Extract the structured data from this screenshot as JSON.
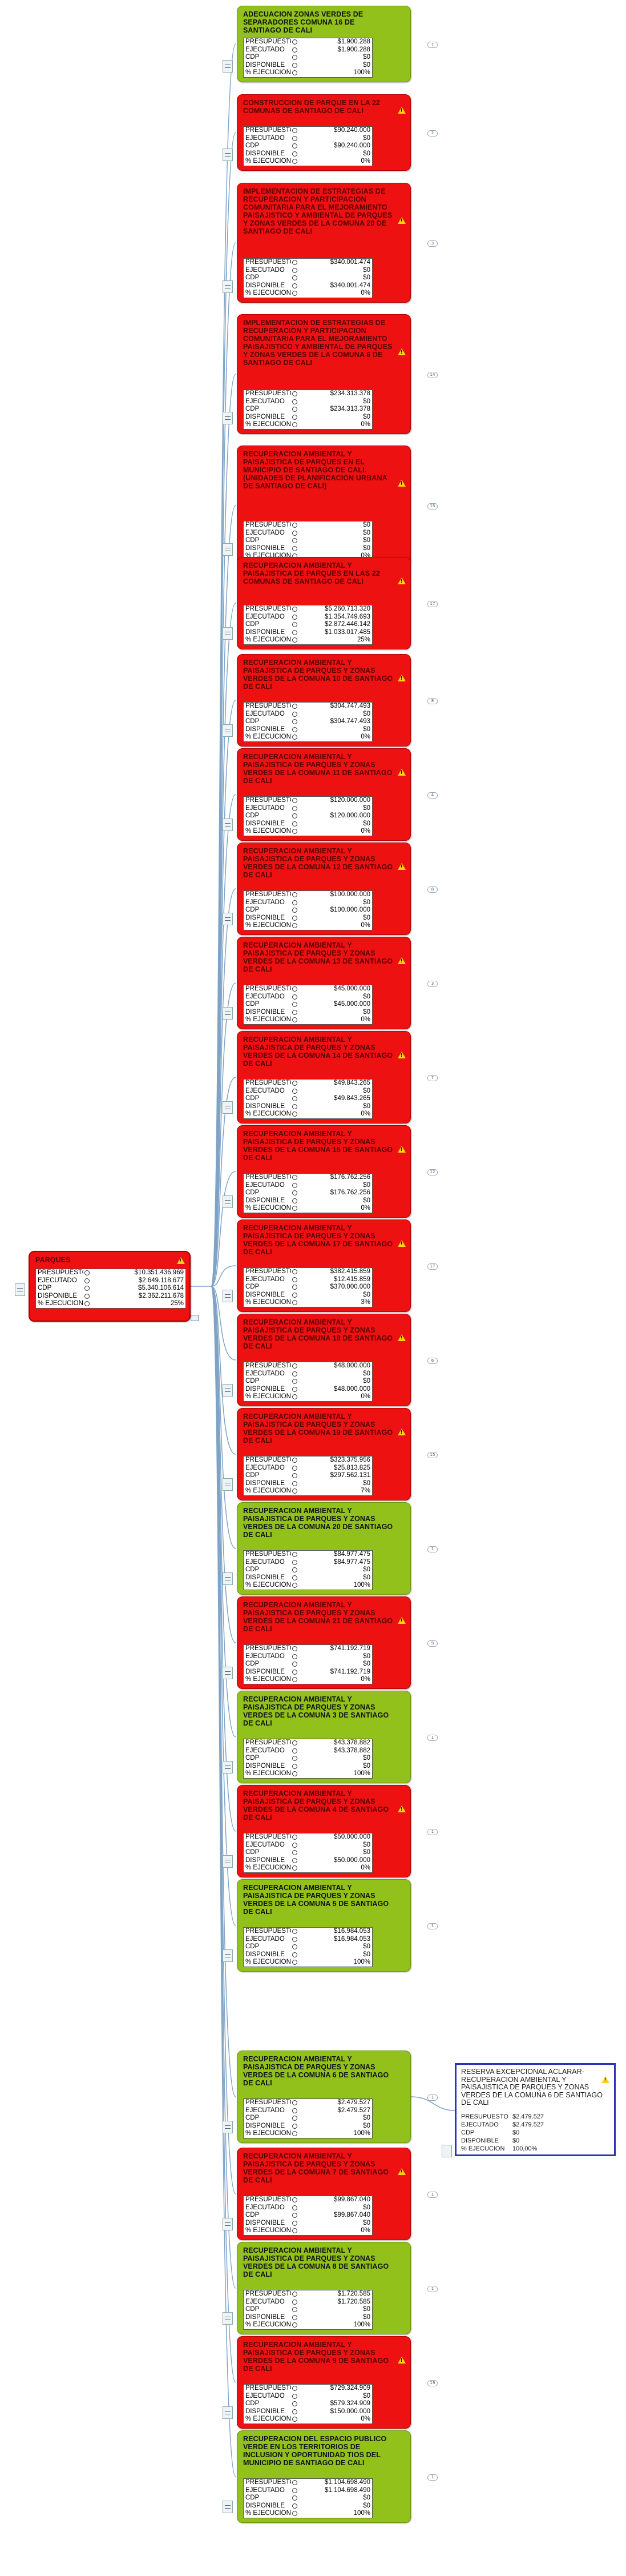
{
  "root": {
    "title": "PARQUES",
    "rows": [
      {
        "label": "PRESUPUESTO",
        "value": "$10.351.436.969"
      },
      {
        "label": "EJECUTADO",
        "value": "$2.649.118.677"
      },
      {
        "label": "CDP",
        "value": "$5.340.106.614"
      },
      {
        "label": "DISPONIBLE",
        "value": "$2.362.211.678"
      },
      {
        "label": "% EJECUCION",
        "value": "25%"
      }
    ]
  },
  "items": [
    {
      "title": "ADECUACION ZONAS VERDES DE SEPARADORES COMUNA 16 DE SANTIAGO DE CALI",
      "status": "green",
      "badge": "7",
      "rows": [
        {
          "label": "PRESUPUESTO",
          "value": "$1.900.288"
        },
        {
          "label": "EJECUTADO",
          "value": "$1.900.288"
        },
        {
          "label": "CDP",
          "value": "$0"
        },
        {
          "label": "DISPONIBLE",
          "value": "$0"
        },
        {
          "label": "% EJECUCION",
          "value": "100%"
        }
      ]
    },
    {
      "title": "CONSTRUCCION DE PARQUE EN LA 22 COMUNAS DE SANTIAGO DE CALI",
      "status": "red",
      "badge": "2",
      "rows": [
        {
          "label": "PRESUPUESTO",
          "value": "$90.240.000"
        },
        {
          "label": "EJECUTADO",
          "value": "$0"
        },
        {
          "label": "CDP",
          "value": "$90.240.000"
        },
        {
          "label": "DISPONIBLE",
          "value": "$0"
        },
        {
          "label": "% EJECUCION",
          "value": "0%"
        }
      ]
    },
    {
      "title": "IMPLEMENTACION DE ESTRATEGIAS DE RECUPERACION Y PARTICIPACION COMUNITARIA PARA EL MEJORAMIENTO PAISAJISTICO Y AMBIENTAL DE PARQUES Y ZONAS VERDES DE LA COMUNA 20 DE SANTIAGO DE CALI",
      "status": "red",
      "badge": "3",
      "rows": [
        {
          "label": "PRESUPUESTO",
          "value": "$340.001.474"
        },
        {
          "label": "EJECUTADO",
          "value": "$0"
        },
        {
          "label": "CDP",
          "value": "$0"
        },
        {
          "label": "DISPONIBLE",
          "value": "$340.001.474"
        },
        {
          "label": "% EJECUCION",
          "value": "0%"
        }
      ]
    },
    {
      "title": "IMPLEMENTACION DE ESTRATEGIAS DE RECUPERACION Y PARTICIPACION COMUNITARIA PARA EL MEJORAMIENTO PAISAJISTICO Y AMBIENTAL DE PARQUES Y ZONAS VERDES DE LA COMUNA 6 DE SANTIAGO DE CALI",
      "status": "red",
      "badge": "14",
      "rows": [
        {
          "label": "PRESUPUESTO",
          "value": "$234.313.378"
        },
        {
          "label": "EJECUTADO",
          "value": "$0"
        },
        {
          "label": "CDP",
          "value": "$234.313.378"
        },
        {
          "label": "DISPONIBLE",
          "value": "$0"
        },
        {
          "label": "% EJECUCION",
          "value": "0%"
        }
      ]
    },
    {
      "title": "RECUPERACION AMBIENTAL Y PAISAJISTICA DE PARQUES EN EL MUNICIPIO DE SANTIAGO DE CALI. (UNIDADES DE PLANIFICACION URBANA DE SANTIAGO DE CALI)",
      "status": "red",
      "badge": "15",
      "rows": [
        {
          "label": "PRESUPUESTO",
          "value": "$0"
        },
        {
          "label": "EJECUTADO",
          "value": "$0"
        },
        {
          "label": "CDP",
          "value": "$0"
        },
        {
          "label": "DISPONIBLE",
          "value": "$0"
        },
        {
          "label": "% EJECUCION",
          "value": "0%"
        }
      ]
    },
    {
      "title": "RECUPERACION AMBIENTAL Y PAISAJISTICA DE PARQUES EN LAS 22 COMUNAS DE SANTIAGO DE CALI",
      "status": "red",
      "badge": "17",
      "rows": [
        {
          "label": "PRESUPUESTO",
          "value": "$5.260.713.320"
        },
        {
          "label": "EJECUTADO",
          "value": "$1.354.749.693"
        },
        {
          "label": "CDP",
          "value": "$2.872.446.142"
        },
        {
          "label": "DISPONIBLE",
          "value": "$1.033.017.485"
        },
        {
          "label": "% EJECUCION",
          "value": "25%"
        }
      ]
    },
    {
      "title": "RECUPERACION AMBIENTAL Y PAISAJISTICA DE PARQUES Y ZONAS VERDES DE LA COMUNA 10 DE SANTIAGO DE CALI",
      "status": "red",
      "badge": "8",
      "rows": [
        {
          "label": "PRESUPUESTO",
          "value": "$304.747.493"
        },
        {
          "label": "EJECUTADO",
          "value": "$0"
        },
        {
          "label": "CDP",
          "value": "$304.747.493"
        },
        {
          "label": "DISPONIBLE",
          "value": "$0"
        },
        {
          "label": "% EJECUCION",
          "value": "0%"
        }
      ]
    },
    {
      "title": "RECUPERACION AMBIENTAL Y PAISAJISTICA DE PARQUES Y ZONAS VERDES DE LA COMUNA 11 DE SANTIAGO DE CALI",
      "status": "red",
      "badge": "4",
      "rows": [
        {
          "label": "PRESUPUESTO",
          "value": "$120.000.000"
        },
        {
          "label": "EJECUTADO",
          "value": "$0"
        },
        {
          "label": "CDP",
          "value": "$120.000.000"
        },
        {
          "label": "DISPONIBLE",
          "value": "$0"
        },
        {
          "label": "% EJECUCION",
          "value": "0%"
        }
      ]
    },
    {
      "title": "RECUPERACION AMBIENTAL Y PAISAJISTICA DE PARQUES Y ZONAS VERDES DE LA COMUNA 12 DE SANTIAGO DE CALI",
      "status": "red",
      "badge": "8",
      "rows": [
        {
          "label": "PRESUPUESTO",
          "value": "$100.000.000"
        },
        {
          "label": "EJECUTADO",
          "value": "$0"
        },
        {
          "label": "CDP",
          "value": "$100.000.000"
        },
        {
          "label": "DISPONIBLE",
          "value": "$0"
        },
        {
          "label": "% EJECUCION",
          "value": "0%"
        }
      ]
    },
    {
      "title": "RECUPERACION AMBIENTAL Y PAISAJISTICA DE PARQUES Y ZONAS VERDES DE LA COMUNA 13 DE SANTIAGO DE CALI",
      "status": "red",
      "badge": "3",
      "rows": [
        {
          "label": "PRESUPUESTO",
          "value": "$45.000.000"
        },
        {
          "label": "EJECUTADO",
          "value": "$0"
        },
        {
          "label": "CDP",
          "value": "$45.000.000"
        },
        {
          "label": "DISPONIBLE",
          "value": "$0"
        },
        {
          "label": "% EJECUCION",
          "value": "0%"
        }
      ]
    },
    {
      "title": "RECUPERACION AMBIENTAL Y PAISAJISTICA DE PARQUES Y ZONAS VERDES DE LA COMUNA 14 DE SANTIAGO DE CALI",
      "status": "red",
      "badge": "7",
      "rows": [
        {
          "label": "PRESUPUESTO",
          "value": "$49.843.265"
        },
        {
          "label": "EJECUTADO",
          "value": "$0"
        },
        {
          "label": "CDP",
          "value": "$49.843.265"
        },
        {
          "label": "DISPONIBLE",
          "value": "$0"
        },
        {
          "label": "% EJECUCION",
          "value": "0%"
        }
      ]
    },
    {
      "title": "RECUPERACION AMBIENTAL Y PAISAJISTICA DE PARQUES Y ZONAS VERDES DE LA COMUNA 15 DE SANTIAGO DE CALI",
      "status": "red",
      "badge": "12",
      "rows": [
        {
          "label": "PRESUPUESTO",
          "value": "$176.762.256"
        },
        {
          "label": "EJECUTADO",
          "value": "$0"
        },
        {
          "label": "CDP",
          "value": "$176.762.256"
        },
        {
          "label": "DISPONIBLE",
          "value": "$0"
        },
        {
          "label": "% EJECUCION",
          "value": "0%"
        }
      ]
    },
    {
      "title": "RECUPERACION AMBIENTAL Y PAISAJISTICA DE PARQUES Y ZONAS VERDES DE LA COMUNA 17 DE SANTIAGO DE CALI",
      "status": "red",
      "badge": "17",
      "rows": [
        {
          "label": "PRESUPUESTO",
          "value": "$382.415.859"
        },
        {
          "label": "EJECUTADO",
          "value": "$12.415.859"
        },
        {
          "label": "CDP",
          "value": "$370.000.000"
        },
        {
          "label": "DISPONIBLE",
          "value": "$0"
        },
        {
          "label": "% EJECUCION",
          "value": "3%"
        }
      ]
    },
    {
      "title": "RECUPERACION AMBIENTAL Y PAISAJISTICA DE PARQUES Y ZONAS VERDES DE LA COMUNA 18 DE SANTIAGO DE CALI",
      "status": "red",
      "badge": "6",
      "rows": [
        {
          "label": "PRESUPUESTO",
          "value": "$48.000.000"
        },
        {
          "label": "EJECUTADO",
          "value": "$0"
        },
        {
          "label": "CDP",
          "value": "$0"
        },
        {
          "label": "DISPONIBLE",
          "value": "$48.000.000"
        },
        {
          "label": "% EJECUCION",
          "value": "0%"
        }
      ]
    },
    {
      "title": "RECUPERACION AMBIENTAL Y PAISAJISTICA DE PARQUES Y ZONAS VERDES DE LA COMUNA 19 DE SANTIAGO DE CALI",
      "status": "red",
      "badge": "15",
      "rows": [
        {
          "label": "PRESUPUESTO",
          "value": "$323.375.956"
        },
        {
          "label": "EJECUTADO",
          "value": "$25.813.825"
        },
        {
          "label": "CDP",
          "value": "$297.562.131"
        },
        {
          "label": "DISPONIBLE",
          "value": "$0"
        },
        {
          "label": "% EJECUCION",
          "value": "7%"
        }
      ]
    },
    {
      "title": "RECUPERACION AMBIENTAL Y PAISAJISTICA DE PARQUES Y ZONAS VERDES DE LA COMUNA 20 DE SANTIAGO DE CALI",
      "status": "green",
      "badge": "1",
      "rows": [
        {
          "label": "PRESUPUESTO",
          "value": "$84.977.475"
        },
        {
          "label": "EJECUTADO",
          "value": "$84.977.475"
        },
        {
          "label": "CDP",
          "value": "$0"
        },
        {
          "label": "DISPONIBLE",
          "value": "$0"
        },
        {
          "label": "% EJECUCION",
          "value": "100%"
        }
      ]
    },
    {
      "title": "RECUPERACION AMBIENTAL Y PAISAJISTICA DE PARQUES Y ZONAS VERDES DE LA COMUNA 21 DE SANTIAGO DE CALI",
      "status": "red",
      "badge": "9",
      "rows": [
        {
          "label": "PRESUPUESTO",
          "value": "$741.192.719"
        },
        {
          "label": "EJECUTADO",
          "value": "$0"
        },
        {
          "label": "CDP",
          "value": "$0"
        },
        {
          "label": "DISPONIBLE",
          "value": "$741.192.719"
        },
        {
          "label": "% EJECUCION",
          "value": "0%"
        }
      ]
    },
    {
      "title": "RECUPERACION AMBIENTAL Y PAISAJISTICA DE PARQUES Y ZONAS VERDES DE LA COMUNA 3 DE SANTIAGO DE CALI",
      "status": "green",
      "badge": "1",
      "rows": [
        {
          "label": "PRESUPUESTO",
          "value": "$43.378.882"
        },
        {
          "label": "EJECUTADO",
          "value": "$43.378.882"
        },
        {
          "label": "CDP",
          "value": "$0"
        },
        {
          "label": "DISPONIBLE",
          "value": "$0"
        },
        {
          "label": "% EJECUCION",
          "value": "100%"
        }
      ]
    },
    {
      "title": "RECUPERACION AMBIENTAL Y PAISAJISTICA DE PARQUES Y ZONAS VERDES DE LA COMUNA 4 DE SANTIAGO DE CALI",
      "status": "red",
      "badge": "1",
      "rows": [
        {
          "label": "PRESUPUESTO",
          "value": "$50.000.000"
        },
        {
          "label": "EJECUTADO",
          "value": "$0"
        },
        {
          "label": "CDP",
          "value": "$0"
        },
        {
          "label": "DISPONIBLE",
          "value": "$50.000.000"
        },
        {
          "label": "% EJECUCION",
          "value": "0%"
        }
      ]
    },
    {
      "title": "RECUPERACION AMBIENTAL Y PAISAJISTICA DE PARQUES Y ZONAS VERDES DE LA COMUNA 5 DE SANTIAGO DE CALI",
      "status": "green",
      "badge": "1",
      "rows": [
        {
          "label": "PRESUPUESTO",
          "value": "$16.984.053"
        },
        {
          "label": "EJECUTADO",
          "value": "$16.984.053"
        },
        {
          "label": "CDP",
          "value": "$0"
        },
        {
          "label": "DISPONIBLE",
          "value": "$0"
        },
        {
          "label": "% EJECUCION",
          "value": "100%"
        }
      ]
    },
    {
      "title": "RECUPERACION AMBIENTAL Y PAISAJISTICA DE PARQUES Y ZONAS VERDES DE LA COMUNA 6 DE SANTIAGO DE CALI",
      "status": "green",
      "badge": "1",
      "rows": [
        {
          "label": "PRESUPUESTO",
          "value": "$2.479.527"
        },
        {
          "label": "EJECUTADO",
          "value": "$2.479.527"
        },
        {
          "label": "CDP",
          "value": "$0"
        },
        {
          "label": "DISPONIBLE",
          "value": "$0"
        },
        {
          "label": "% EJECUCION",
          "value": "100%"
        }
      ]
    },
    {
      "title": "RECUPERACION AMBIENTAL Y PAISAJISTICA DE PARQUES Y ZONAS VERDES DE LA COMUNA 7 DE SANTIAGO DE CALI",
      "status": "red",
      "badge": "1",
      "rows": [
        {
          "label": "PRESUPUESTO",
          "value": "$99.867.040"
        },
        {
          "label": "EJECUTADO",
          "value": "$0"
        },
        {
          "label": "CDP",
          "value": "$99.867.040"
        },
        {
          "label": "DISPONIBLE",
          "value": "$0"
        },
        {
          "label": "% EJECUCION",
          "value": "0%"
        }
      ]
    },
    {
      "title": "RECUPERACION AMBIENTAL Y PAISAJISTICA DE PARQUES Y ZONAS VERDES DE LA COMUNA 8 DE SANTIAGO DE CALI",
      "status": "green",
      "badge": "1",
      "rows": [
        {
          "label": "PRESUPUESTO",
          "value": "$1.720.585"
        },
        {
          "label": "EJECUTADO",
          "value": "$1.720.585"
        },
        {
          "label": "CDP",
          "value": "$0"
        },
        {
          "label": "DISPONIBLE",
          "value": "$0"
        },
        {
          "label": "% EJECUCION",
          "value": "100%"
        }
      ]
    },
    {
      "title": "RECUPERACION AMBIENTAL Y PAISAJISTICA DE PARQUES Y ZONAS VERDES DE LA COMUNA 9 DE SANTIAGO DE CALI",
      "status": "red",
      "badge": "19",
      "rows": [
        {
          "label": "PRESUPUESTO",
          "value": "$729.324.909"
        },
        {
          "label": "EJECUTADO",
          "value": "$0"
        },
        {
          "label": "CDP",
          "value": "$579.324.909"
        },
        {
          "label": "DISPONIBLE",
          "value": "$150.000.000"
        },
        {
          "label": "% EJECUCION",
          "value": "0%"
        }
      ]
    },
    {
      "title": "RECUPERACION DEL ESPACIO PUBLICO VERDE EN LOS TERRITORIOS DE INCLUSION Y OPORTUNIDAD TIOS DEL MUNICIPIO DE SANTIAGO DE CALI",
      "status": "green",
      "badge": "1",
      "rows": [
        {
          "label": "PRESUPUESTO",
          "value": "$1.104.698.490"
        },
        {
          "label": "EJECUTADO",
          "value": "$1.104.698.490"
        },
        {
          "label": "CDP",
          "value": "$0"
        },
        {
          "label": "DISPONIBLE",
          "value": "$0"
        },
        {
          "label": "% EJECUCION",
          "value": "100%"
        }
      ]
    }
  ],
  "note": {
    "title": "RESERVA EXCEPCIONAL ACLARAR-RECUPERACION AMBIENTAL Y PAISAJISTICA DE PARQUES Y ZONAS VERDES DE LA COMUNA 6 DE SANTIAGO DE CALI",
    "rows": [
      {
        "label": "PRESUPUESTO",
        "value": "$2.479.527"
      },
      {
        "label": "EJECUTADO",
        "value": "$2.479.527"
      },
      {
        "label": "CDP",
        "value": "$0"
      },
      {
        "label": "DISPONIBLE",
        "value": "$0"
      },
      {
        "label": "% EJECUCION",
        "value": "100,00%"
      }
    ]
  },
  "colors": {
    "red": "#ee1111",
    "green": "#92c11b",
    "warning": "#ffd21a",
    "note_border": "#2a33b5",
    "link": "#7fa3c6"
  }
}
